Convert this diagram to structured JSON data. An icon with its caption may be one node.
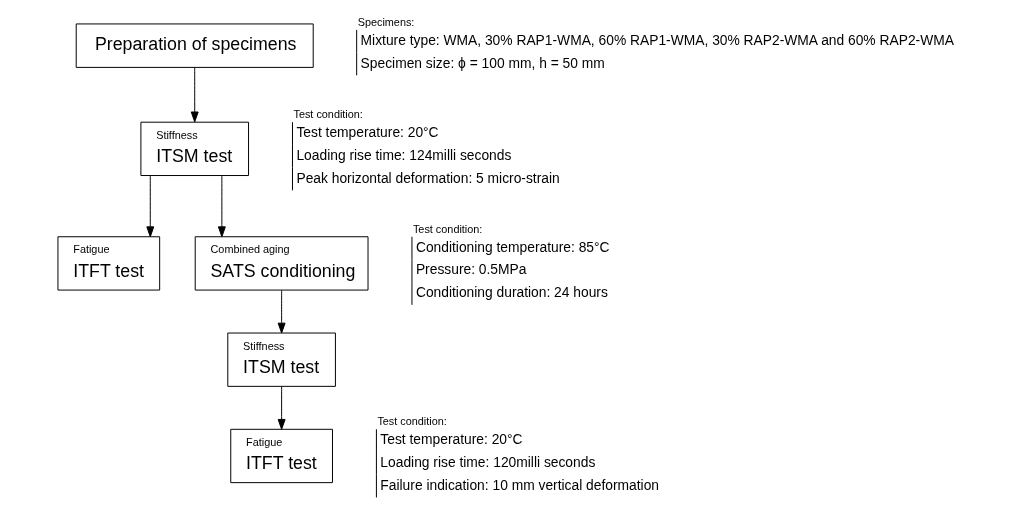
{
  "diagram": {
    "nodes": [
      {
        "text": [
          "Preparation of specimens"
        ],
        "beside": [
          "Specimens:",
          "Mixture type: WMA, 30% RAP1-WMA, 60% RAP1-WMA, 30% RAP2-WMA and 60% RAP2-WMA",
          "Specimen size: ϕ = 100 mm, h = 50 mm"
        ]
      },
      {
        "text": [
          "Stiffness",
          "ITSM test"
        ],
        "beside": [
          "Test condition:",
          "Test temperature: 20°C",
          "Loading rise time: 124milli seconds",
          "Peak horizontal deformation: 5 micro-strain"
        ]
      },
      {
        "text": [
          "Fatigue",
          "ITFT test"
        ]
      },
      {
        "text": [
          "Combined aging",
          "SATS conditioning"
        ],
        "beside": [
          "Test condition:",
          "Conditioning temperature: 85°C",
          "Pressure: 0.5MPa",
          "Conditioning duration: 24 hours"
        ]
      },
      {
        "text": [
          "Stiffness",
          "ITSM test"
        ]
      },
      {
        "text": [
          "Fatigue",
          "ITFT test"
        ],
        "beside": [
          "Test condition:",
          "Test temperature: 20°C",
          "Loading rise time: 120milli seconds",
          "Failure indication: 10 mm vertical deformation"
        ]
      }
    ],
    "edges": [
      {
        "from": 0,
        "to": 1,
        "arrow": "to"
      },
      {
        "from": 1,
        "to": 2,
        "arrow": "to"
      },
      {
        "from": 1,
        "to": 3,
        "arrow": "to"
      },
      {
        "from": 3,
        "to": 4,
        "arrow": "to"
      },
      {
        "from": 4,
        "to": 5,
        "arrow": "to"
      }
    ]
  }
}
